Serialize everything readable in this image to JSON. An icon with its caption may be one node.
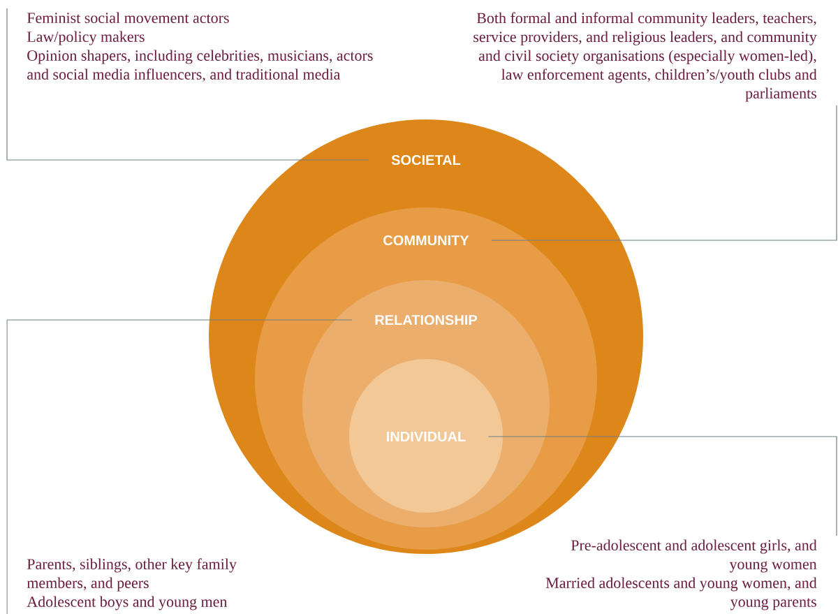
{
  "diagram": {
    "nodes": [
      {
        "text": [
          "SOCIETAL"
        ]
      },
      {
        "text": [
          "COMMUNITY"
        ],
        "in": 0
      },
      {
        "text": [
          "RELATIONSHIP"
        ],
        "in": 1
      },
      {
        "text": [
          "INDIVIDUAL"
        ],
        "in": 2
      },
      {
        "text": [
          "Feminist social movement actors",
          "Law/policy makers",
          "Opinion shapers, including celebrities, musicians, actors and social media influencers, and traditional media"
        ]
      },
      {
        "text": [
          "Both formal and informal community leaders, teachers, service providers, and religious leaders, and community and civil society organisations (especially women-led), law enforcement agents, children’s/youth clubs and parliaments"
        ]
      },
      {
        "text": [
          "Parents, siblings, other key family members, and peers",
          "Adolescent boys and young men"
        ]
      },
      {
        "text": [
          "Pre-adolescent and adolescent girls, and young women",
          "Married adolescents and young women, and young parents"
        ]
      }
    ],
    "edges": [
      {
        "from": 0,
        "to": 4,
        "arrow": "none"
      },
      {
        "from": 1,
        "to": 5,
        "arrow": "none"
      },
      {
        "from": 2,
        "to": 6,
        "arrow": "none"
      },
      {
        "from": 3,
        "to": 7,
        "arrow": "none"
      }
    ]
  }
}
